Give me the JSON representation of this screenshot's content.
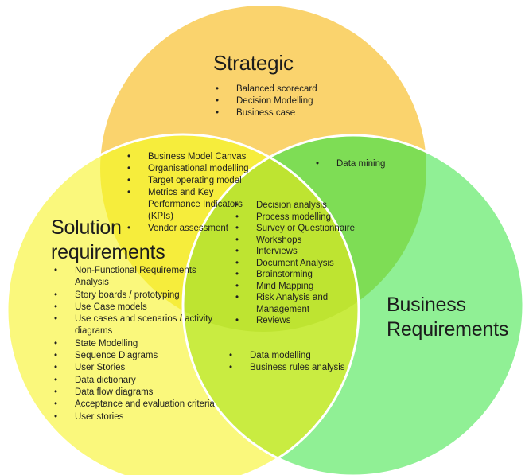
{
  "venn": {
    "stroke_color": "#ffffff",
    "circles": {
      "strategic": {
        "label": "Strategic",
        "color": "#FAD36D",
        "items": [
          "Balanced scorecard",
          "Decision Modelling",
          "Business case"
        ]
      },
      "solution": {
        "label": "Solution requirements",
        "color": "#FAF87C",
        "items": [
          "Non-Functional Requirements Analysis",
          "Story boards / prototyping",
          "Use Case models",
          "Use cases and scenarios / activity diagrams",
          "State Modelling",
          "Sequence Diagrams",
          "User Stories",
          "Data dictionary",
          "Data flow diagrams",
          "Acceptance and evaluation criteria",
          "User stories"
        ]
      },
      "business": {
        "label": "Business Requirements",
        "color": "#90F095"
      }
    },
    "overlaps": {
      "strategic_solution": {
        "color": "#F6ED3C",
        "items": [
          "Business Model Canvas",
          "Organisational modelling",
          "Target operating model",
          "Metrics and Key Performance Indicators (KPIs)",
          "Vendor assessment"
        ]
      },
      "strategic_business": {
        "color": "#7EDD55",
        "items": [
          "Data mining"
        ]
      },
      "solution_business": {
        "color": "#C9EC41",
        "items": [
          "Data modelling",
          "Business rules analysis"
        ]
      },
      "center": {
        "color": "#BEE431",
        "items": [
          "Decision analysis",
          "Process modelling",
          "Survey or Questionnaire",
          "Workshops",
          "Interviews",
          "Document Analysis",
          "Brainstorming",
          "Mind Mapping",
          "Risk Analysis and Management",
          "Reviews"
        ]
      }
    }
  }
}
